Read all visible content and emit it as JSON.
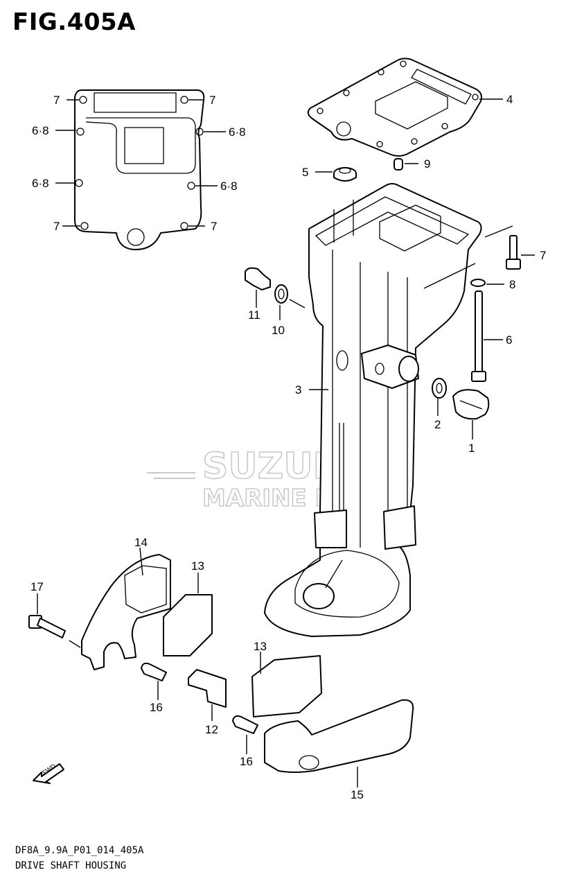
{
  "figure": {
    "title": "FIG.405A",
    "code": "DF8A_9.9A_P01_014_405A",
    "name": "DRIVE SHAFT HOUSING"
  },
  "watermark": {
    "line1": "SUZUKI",
    "line2": "MARINE PARTS"
  },
  "fwd_arrow_label": "FWD",
  "callouts": {
    "c7a": "7",
    "c7b": "7",
    "c7c": "7",
    "c7d": "7",
    "c7e": "7",
    "c68a": "6·8",
    "c68b": "6·8",
    "c68c": "6·8",
    "c68d": "6·8",
    "c4": "4",
    "c5": "5",
    "c9": "9",
    "c8": "8",
    "c6": "6",
    "c11": "11",
    "c10": "10",
    "c3": "3",
    "c2": "2",
    "c1": "1",
    "c14": "14",
    "c13a": "13",
    "c13b": "13",
    "c17": "17",
    "c16a": "16",
    "c16b": "16",
    "c12": "12",
    "c15": "15"
  },
  "colors": {
    "ink": "#000000",
    "watermark": "#c9c9c9",
    "background": "#ffffff"
  }
}
